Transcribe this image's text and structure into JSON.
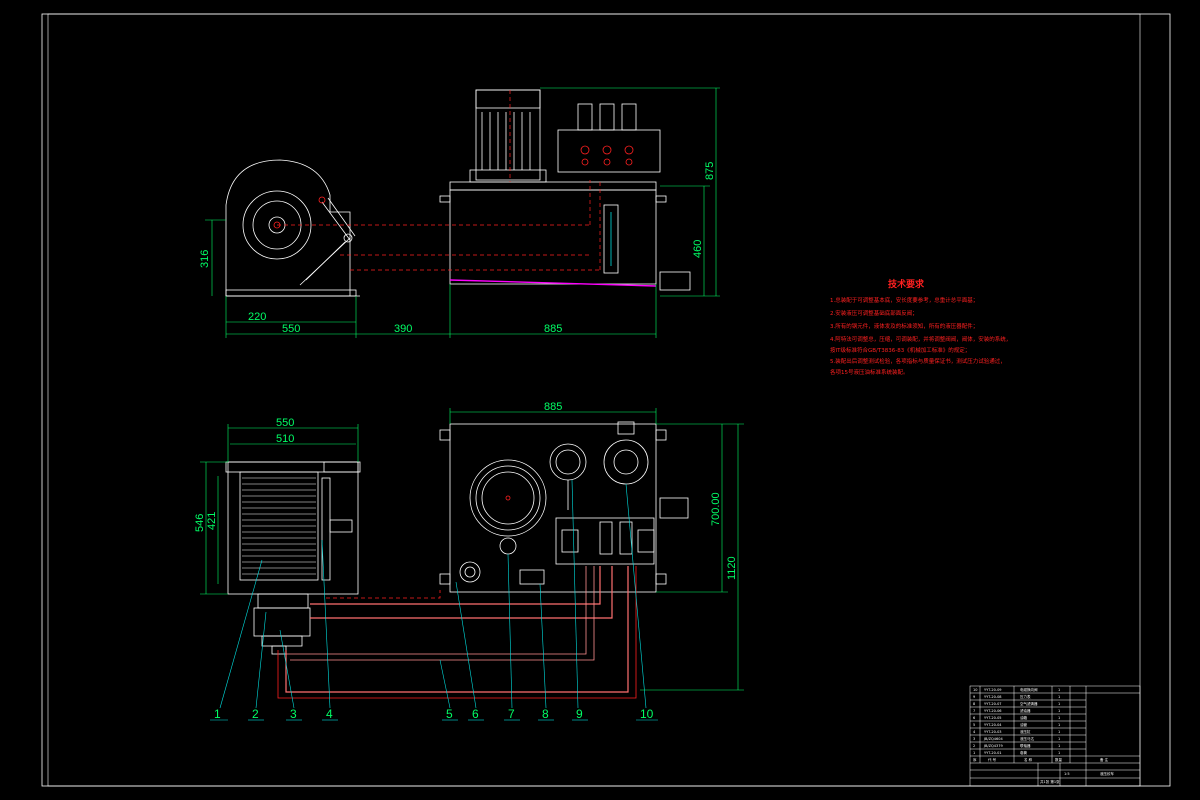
{
  "colors": {
    "background": "#000000",
    "frame": "#ffffff",
    "outline": "#ffffff",
    "dimension": "#00ff66",
    "hidden": "#ff2020",
    "leader": "#00e0e0",
    "pipe": "#ff7070",
    "accent": "#ff00ff"
  },
  "dimensions": {
    "front_width_total": "550",
    "front_drum_offset": "220",
    "front_gap": "390",
    "front_tank_width": "885",
    "front_height_drum": "316",
    "front_height_tank": "460",
    "front_height_total": "875",
    "top_width_outer": "550",
    "top_width_inner": "510",
    "top_height_outer": "546",
    "top_height_inner": "421",
    "top_tank_width": "885",
    "top_tank_depth": "700.00",
    "top_total_depth": "1120"
  },
  "part_labels": [
    "1",
    "2",
    "3",
    "4",
    "5",
    "6",
    "7",
    "8",
    "9",
    "10"
  ],
  "tech_notes": {
    "title": "技术要求",
    "lines": [
      "1.总装配于可调整基本底，安长度要参考，总重计总平面基；",
      "2.安装液压可调整基础底部面反阀；",
      "3.所有的钢元件，液体发及的标准须知，所有的液压器配件；",
      "4.阿特法可调整总，压缩，可调装配，并将调整阀阀，阀体，安装的系统，",
      "按IT级标准符合GB/T3836-83《机械加工标准》的规定；",
      "5.装配出后调整测试检验，各项指标与质量保证书，测试压力试验通过，",
      "各项15号液压油标准系统装配。"
    ]
  },
  "title_block": {
    "rows": [
      [
        "10",
        "YYT-20-09",
        "电磁换向阀",
        "1"
      ],
      [
        "9",
        "YYT-20-08",
        "压力表",
        "1"
      ],
      [
        "8",
        "YYT-20-07",
        "空气滤清器",
        "1"
      ],
      [
        "7",
        "YYT-20-06",
        "滤油器",
        "1"
      ],
      [
        "6",
        "YYT-20-05",
        "油箱",
        "1"
      ],
      [
        "5",
        "YYT-20-04",
        "油管",
        "1"
      ],
      [
        "4",
        "YYT-20-03",
        "液压缸",
        "1"
      ],
      [
        "3",
        "JB/ZQ4604",
        "液压马达",
        "1"
      ],
      [
        "2",
        "JB/ZQ4379",
        "联轴器",
        "1"
      ],
      [
        "1",
        "YYT-20-01",
        "卷筒",
        "1"
      ]
    ],
    "header": [
      "序",
      "代 号",
      "名 称",
      "数量",
      "备 注"
    ],
    "drawing_name": "液压绞车",
    "scale": "1:5",
    "sheet": "共1张 第1张"
  }
}
